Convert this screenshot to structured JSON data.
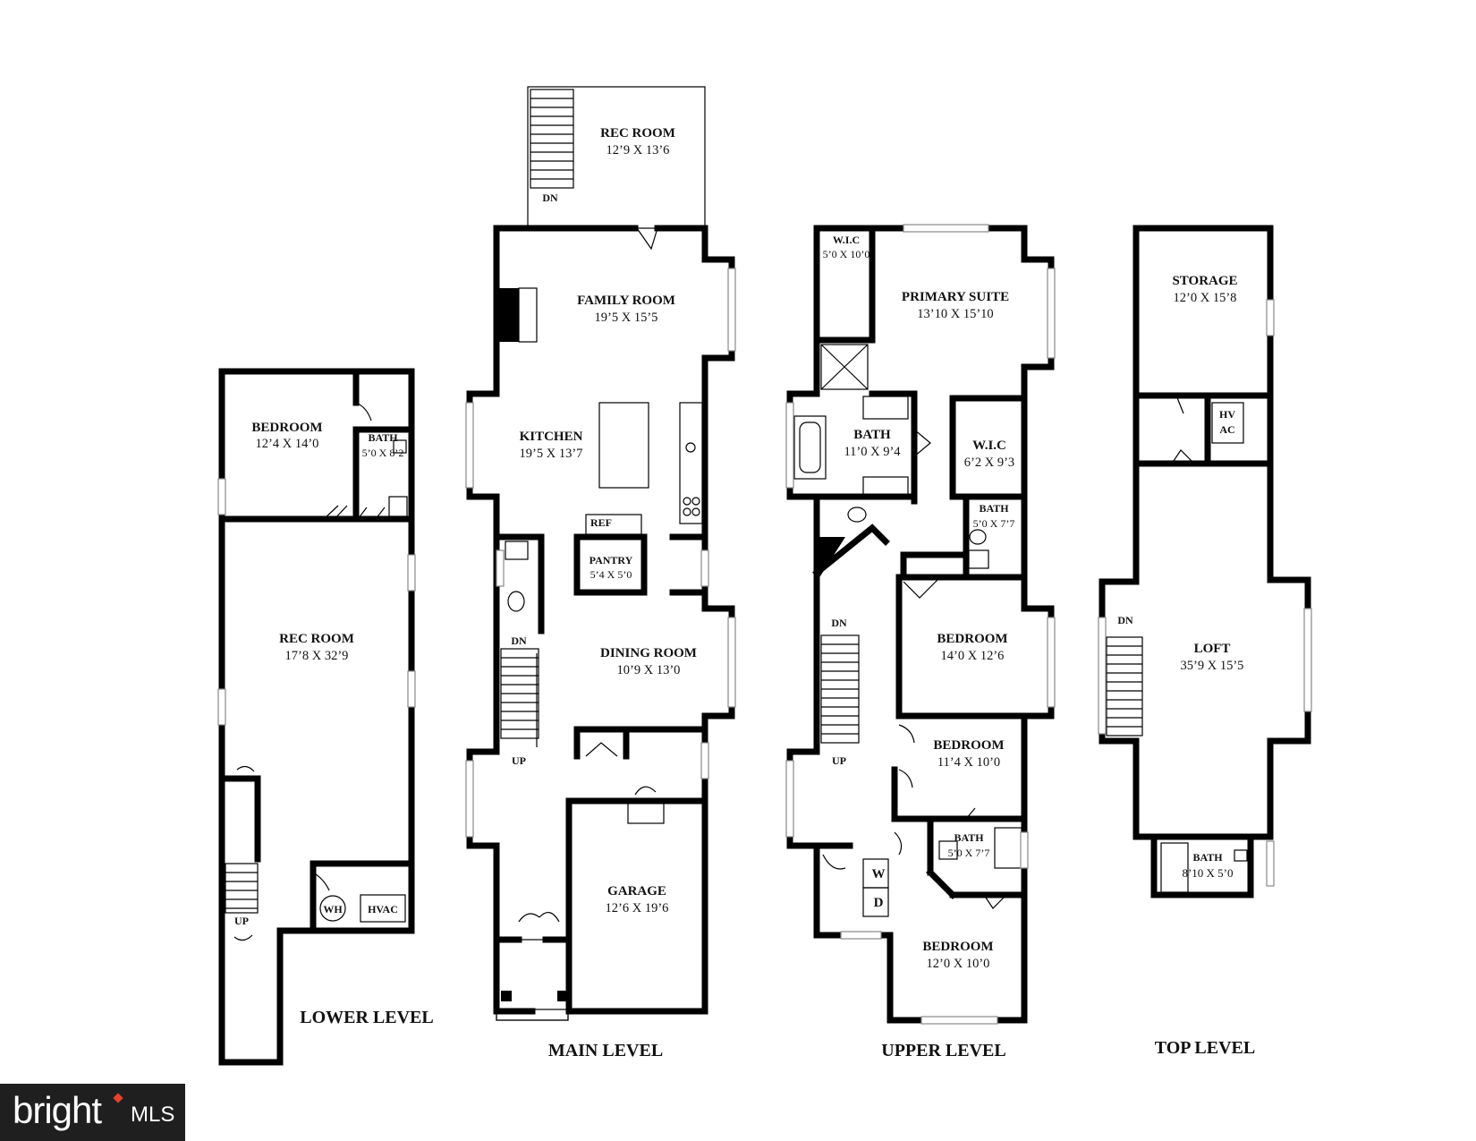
{
  "levels": [
    {
      "name": "LOWER LEVEL",
      "rooms": [
        {
          "name": "BEDROOM",
          "dims": "12’4 X 14’0"
        },
        {
          "name": "BATH",
          "dims": "5’0 X 8’2"
        },
        {
          "name": "REC ROOM",
          "dims": "17’8 X 32’9"
        }
      ],
      "labels": {
        "up": "UP",
        "wh": "WH",
        "hvac": "HVAC"
      }
    },
    {
      "name": "MAIN LEVEL",
      "rooms": [
        {
          "name": "REC ROOM",
          "dims": "12’9 X 13’6"
        },
        {
          "name": "FAMILY ROOM",
          "dims": "19’5 X 15’5"
        },
        {
          "name": "KITCHEN",
          "dims": "19’5 X 13’7"
        },
        {
          "name": "PANTRY",
          "dims": "5’4 X 5’0"
        },
        {
          "name": "DINING ROOM",
          "dims": "10’9 X 13’0"
        },
        {
          "name": "GARAGE",
          "dims": "12’6 X 19’6"
        }
      ],
      "labels": {
        "dn_top": "DN",
        "dn": "DN",
        "up": "UP",
        "ref": "REF"
      }
    },
    {
      "name": "UPPER LEVEL",
      "rooms": [
        {
          "name": "W.I.C",
          "dims": "5’0 X 10’0"
        },
        {
          "name": "PRIMARY SUITE",
          "dims": "13’10 X 15’10"
        },
        {
          "name": "BATH",
          "dims": "11’0 X 9’4"
        },
        {
          "name": "W.I.C",
          "dims": "6’2 X 9’3"
        },
        {
          "name": "BATH",
          "dims": "5’0 X 7’7"
        },
        {
          "name": "BEDROOM",
          "dims": "14’0 X 12’6"
        },
        {
          "name": "BEDROOM",
          "dims": "11’4 X 10’0"
        },
        {
          "name": "BATH",
          "dims": "5’0 X 7’7"
        },
        {
          "name": "BEDROOM",
          "dims": "12’0 X 10’0"
        }
      ],
      "labels": {
        "dn": "DN",
        "up": "UP",
        "w": "W",
        "d": "D"
      }
    },
    {
      "name": "TOP LEVEL",
      "rooms": [
        {
          "name": "STORAGE",
          "dims": "12’0 X 15’8"
        },
        {
          "name": "LOFT",
          "dims": "35’9 X 15’5"
        },
        {
          "name": "BATH",
          "dims": "8’10 X 5’0"
        }
      ],
      "labels": {
        "dn": "DN",
        "hv": "HV",
        "ac": "AC"
      }
    }
  ],
  "logo": {
    "brand": "bright",
    "mls": "MLS"
  }
}
